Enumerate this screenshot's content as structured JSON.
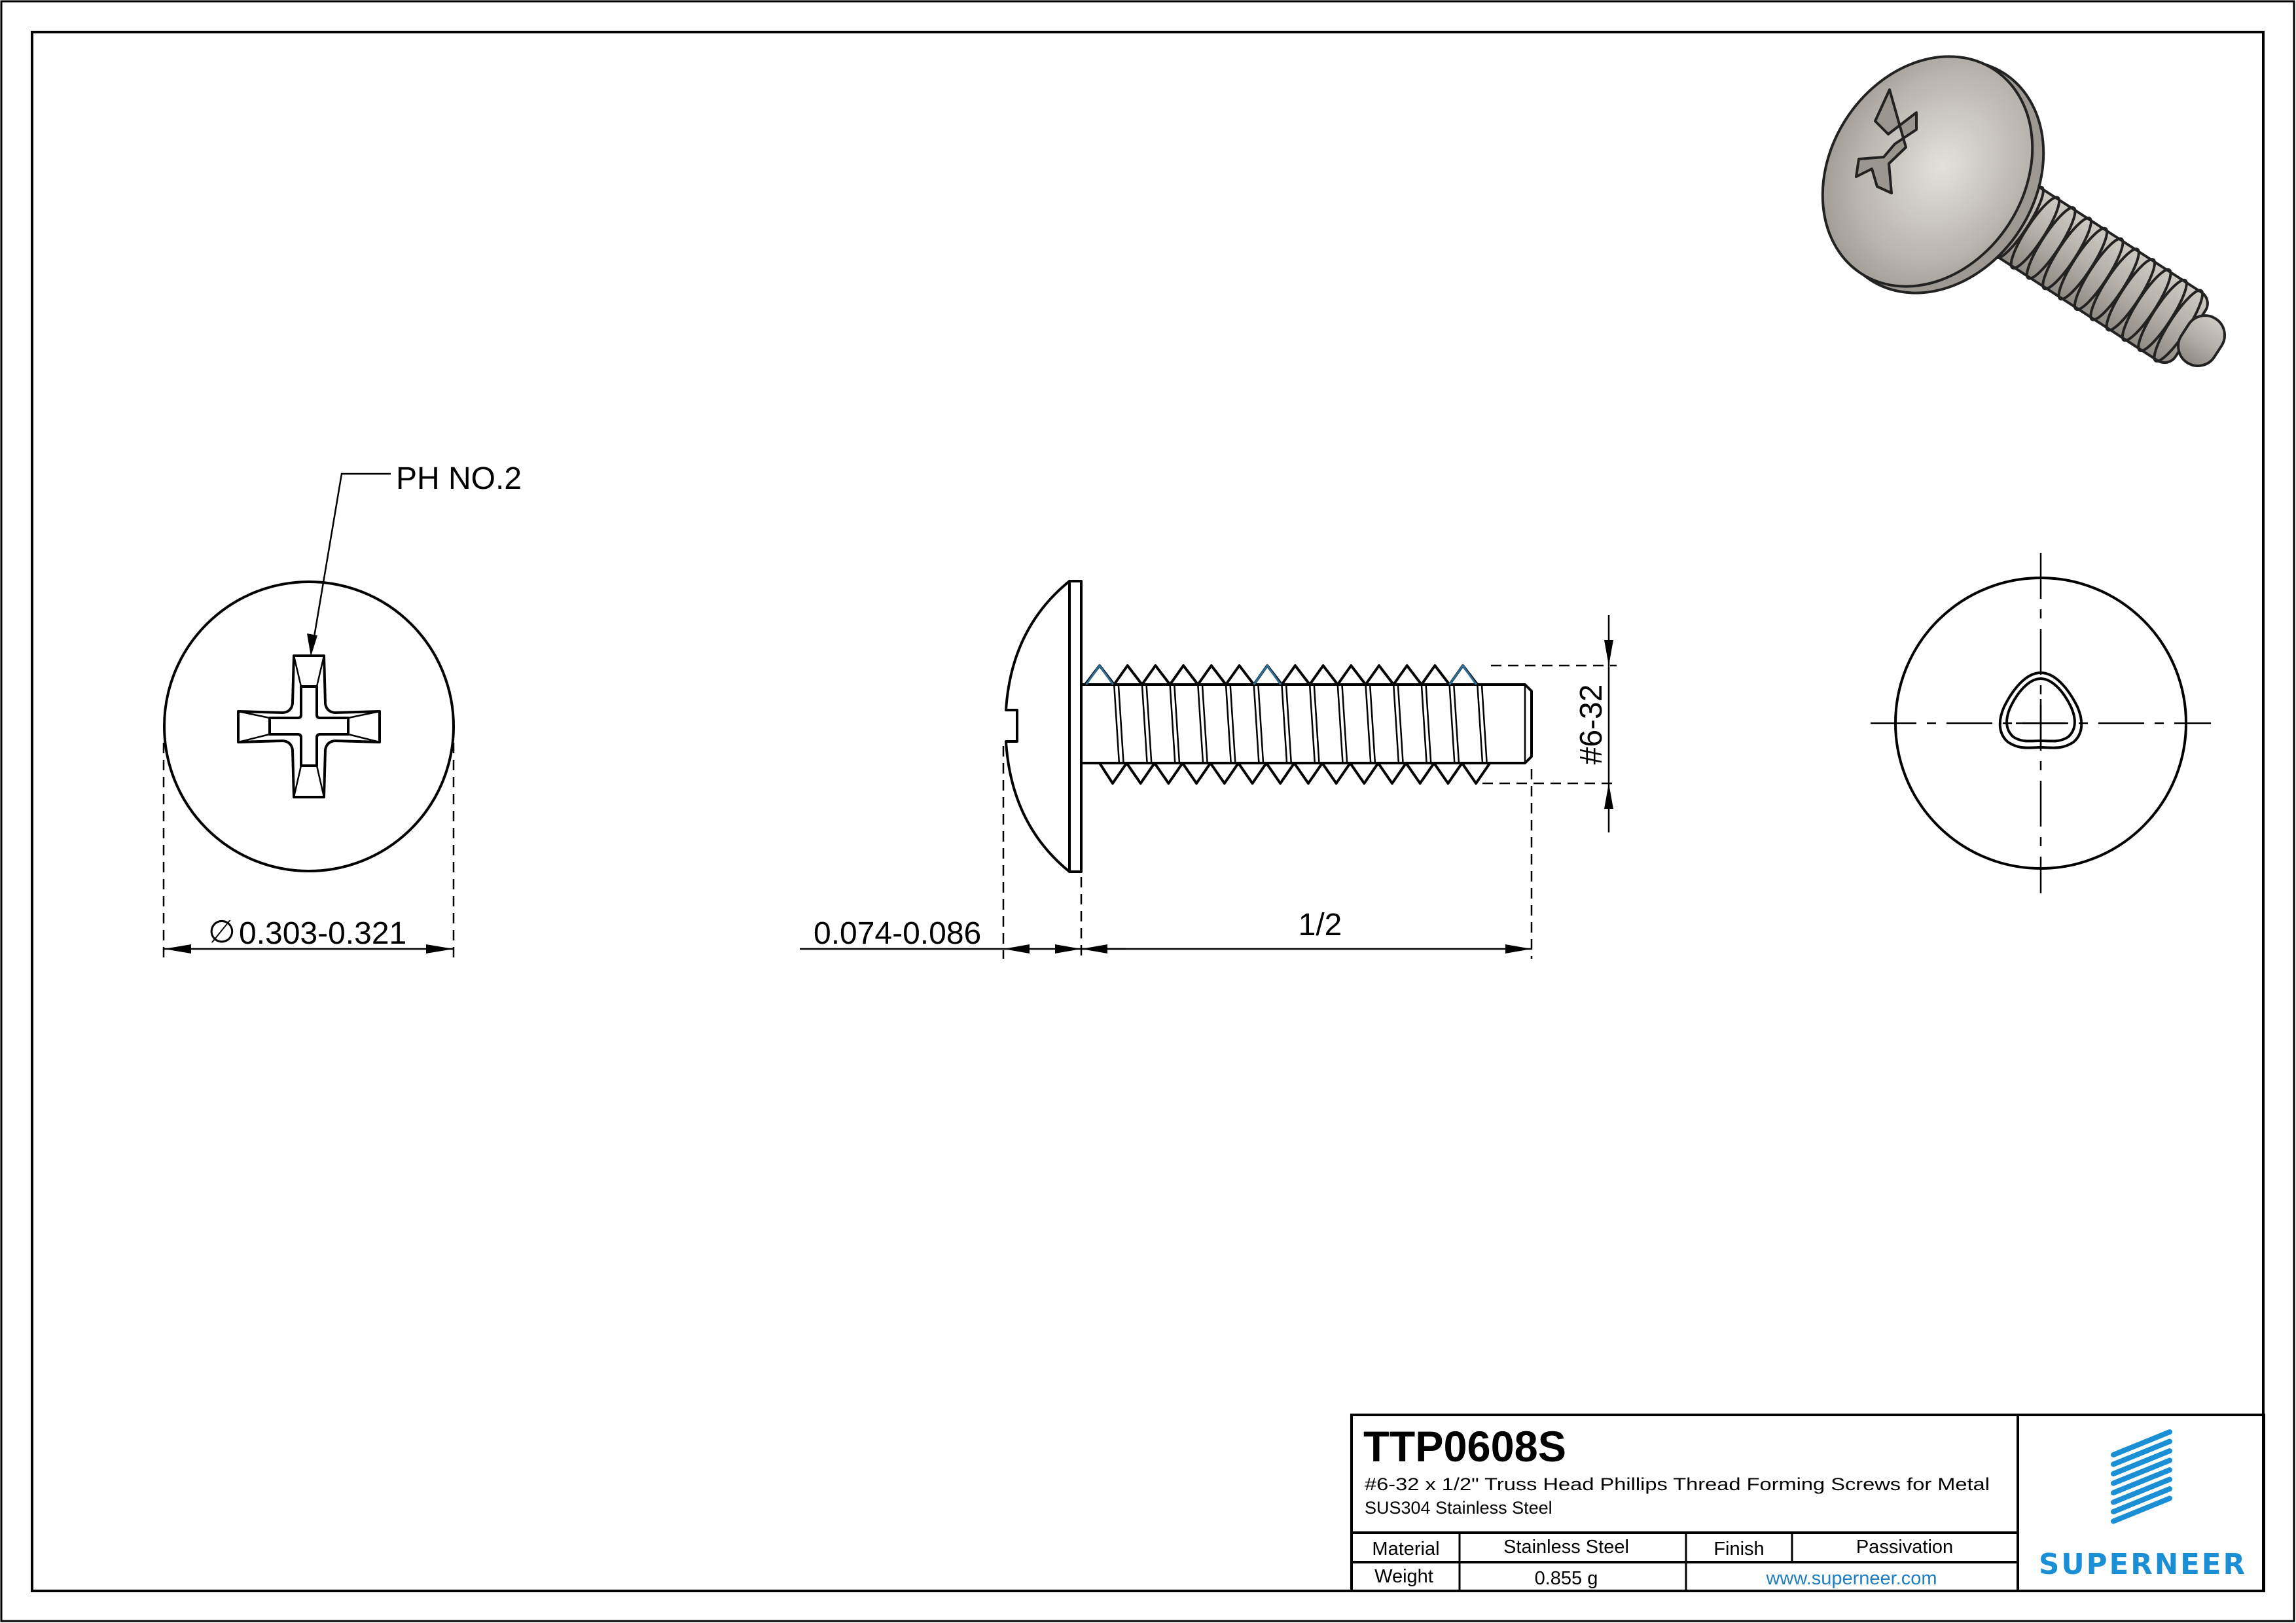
{
  "drawing": {
    "views": {
      "top_view": {
        "drive_label": "PH NO.2",
        "diameter_symbol": "∅",
        "diameter_dimension": "0.303-0.321"
      },
      "side_view": {
        "head_height_dimension": "0.074-0.086",
        "length_dimension": "1/2",
        "thread_dimension": "#6-32"
      },
      "end_view": {
        "point_shape": "trilobular"
      },
      "iso_render": {
        "description": "3D isometric render of truss head phillips screw",
        "color": "#b9b4ae"
      }
    }
  },
  "title_block": {
    "part_number": "TTP0608S",
    "description_line1": "#6-32 x 1/2\" Truss Head Phillips Thread Forming Screws for Metal",
    "description_line2": "SUS304 Stainless Steel",
    "rows": [
      {
        "label": "Material",
        "value": "Stainless Steel",
        "label2": "Finish",
        "value2": "Passivation"
      },
      {
        "label": "Weight",
        "value": "0.855 g",
        "website": "www.superneer.com"
      }
    ],
    "logo": {
      "brand": "SUPERNEER",
      "icon": "stripes-logo-icon",
      "color": "#1a8fd6"
    }
  }
}
